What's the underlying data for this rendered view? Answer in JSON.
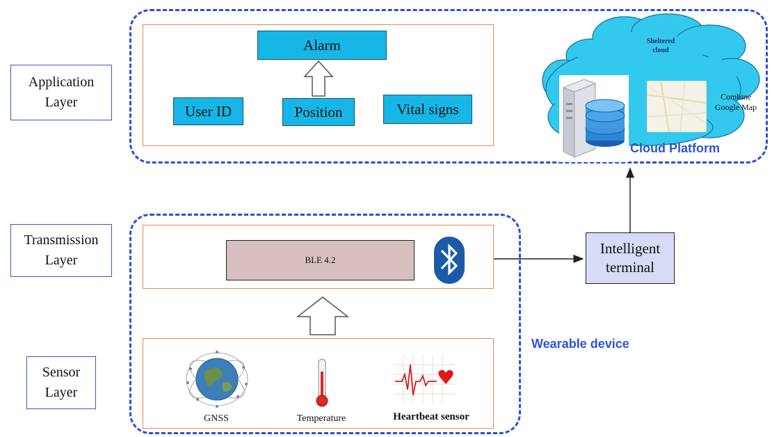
{
  "layers": {
    "application": [
      "Application",
      "Layer"
    ],
    "transmission": [
      "Transmission",
      "Layer"
    ],
    "sensor": [
      "Sensor",
      "Layer"
    ]
  },
  "application": {
    "alarm": "Alarm",
    "user_id": "User ID",
    "position": "Position",
    "vital_signs": "Vital signs"
  },
  "cloud": {
    "sheltered": [
      "Sheltered",
      "cloud"
    ],
    "combine": [
      "Combine",
      "Google Map"
    ],
    "platform": "Cloud Platform"
  },
  "transmission": {
    "ble": "BLE 4.2"
  },
  "terminal": [
    "Intelligent",
    "terminal"
  ],
  "wearable": "Wearable device",
  "sensors": {
    "gnss": "GNSS",
    "temperature": "Temperature",
    "heartbeat": "Heartbeat sensor"
  },
  "colors": {
    "dash_blue": "#2a4fd6",
    "button_cyan": "#16b6e6",
    "cloud_cyan": "#33c8ee",
    "ble_box": "#d8c0c0",
    "terminal_box": "#d7dbf5",
    "orange_border": "#e08a58"
  }
}
